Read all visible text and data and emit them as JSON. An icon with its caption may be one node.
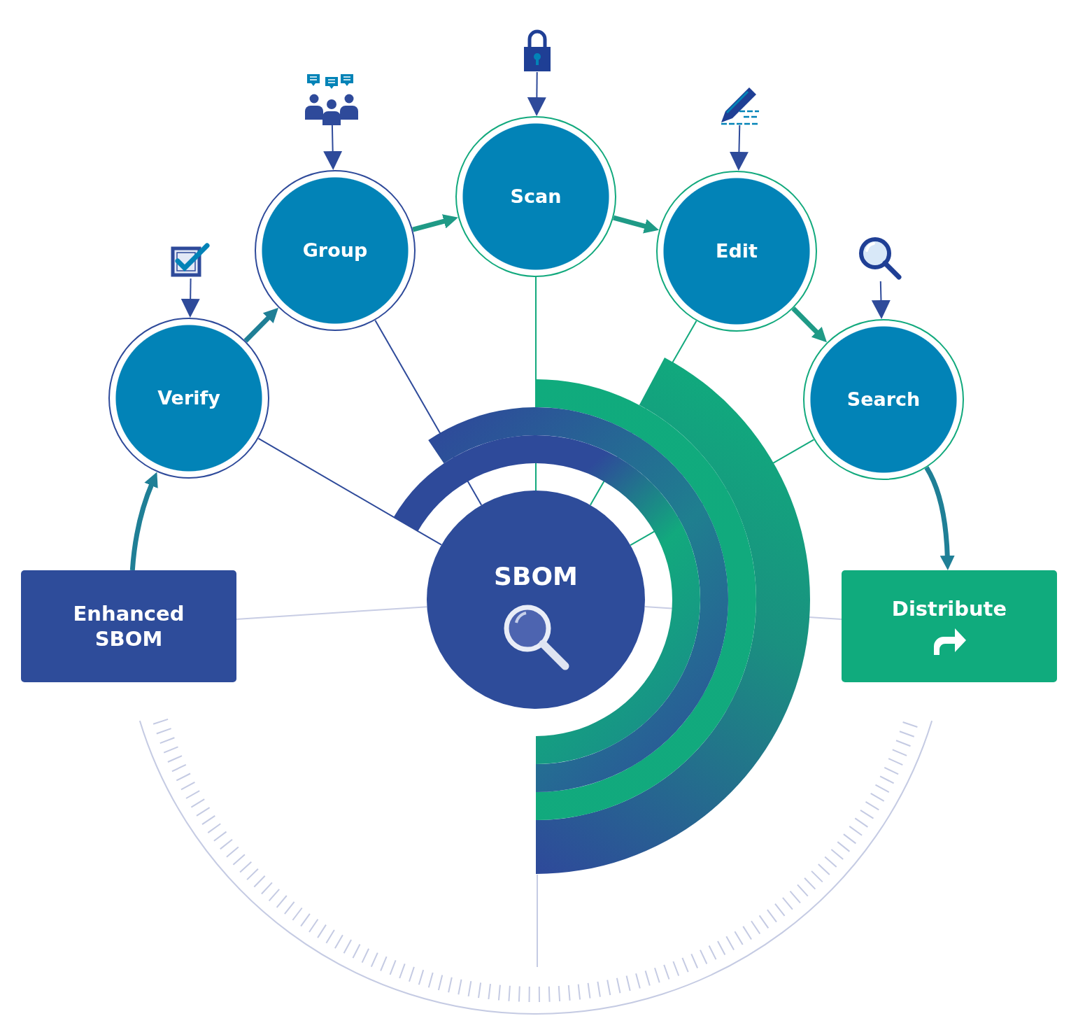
{
  "diagram": {
    "nodes": [
      {
        "text": [
          "Enhanced SBOM"
        ]
      },
      {
        "text": [
          "Verify"
        ]
      },
      {
        "text": [
          "Group"
        ]
      },
      {
        "text": [
          "Scan"
        ]
      },
      {
        "text": [
          "Edit"
        ]
      },
      {
        "text": [
          "Search"
        ]
      },
      {
        "text": [
          "Distribute"
        ]
      },
      {
        "text": [
          "SBOM"
        ]
      },
      {
        "text": [],
        "shape": "picture"
      },
      {
        "text": [],
        "shape": "picture"
      },
      {
        "text": [],
        "shape": "picture"
      },
      {
        "text": [],
        "shape": "picture"
      },
      {
        "text": [],
        "shape": "picture"
      }
    ],
    "edges": [
      {
        "from": 0,
        "to": 1,
        "arrow": "to",
        "style": "thick",
        "color": "#1f7f96"
      },
      {
        "from": 1,
        "to": 2,
        "arrow": "to",
        "style": "thick",
        "color": "#1f7f96"
      },
      {
        "from": 2,
        "to": 3,
        "arrow": "to",
        "style": "thick",
        "color": "#1f9a86"
      },
      {
        "from": 3,
        "to": 4,
        "arrow": "to",
        "style": "thick",
        "color": "#1f9a86"
      },
      {
        "from": 4,
        "to": 5,
        "arrow": "to",
        "style": "thick",
        "color": "#1f9a86"
      },
      {
        "from": 5,
        "to": 6,
        "arrow": "to",
        "style": "thick",
        "color": "#1f7f96"
      },
      {
        "from": 8,
        "to": 1,
        "arrow": "to"
      },
      {
        "from": 9,
        "to": 2,
        "arrow": "to"
      },
      {
        "from": 10,
        "to": 3,
        "arrow": "to"
      },
      {
        "from": 11,
        "to": 4,
        "arrow": "to"
      },
      {
        "from": 12,
        "to": 5,
        "arrow": "to"
      },
      {
        "from": 1,
        "to": 7,
        "arrow": "none"
      },
      {
        "from": 2,
        "to": 7,
        "arrow": "none"
      },
      {
        "from": 3,
        "to": 7,
        "arrow": "none",
        "color": "#12a97d"
      },
      {
        "from": 4,
        "to": 7,
        "arrow": "none",
        "color": "#12a97d"
      },
      {
        "from": 5,
        "to": 7,
        "arrow": "none",
        "color": "#12a97d"
      },
      {
        "from": 0,
        "to": 7,
        "arrow": "none",
        "color": "#c8cde4"
      },
      {
        "from": 7,
        "to": 6,
        "arrow": "none",
        "color": "#c8cde4"
      }
    ]
  }
}
